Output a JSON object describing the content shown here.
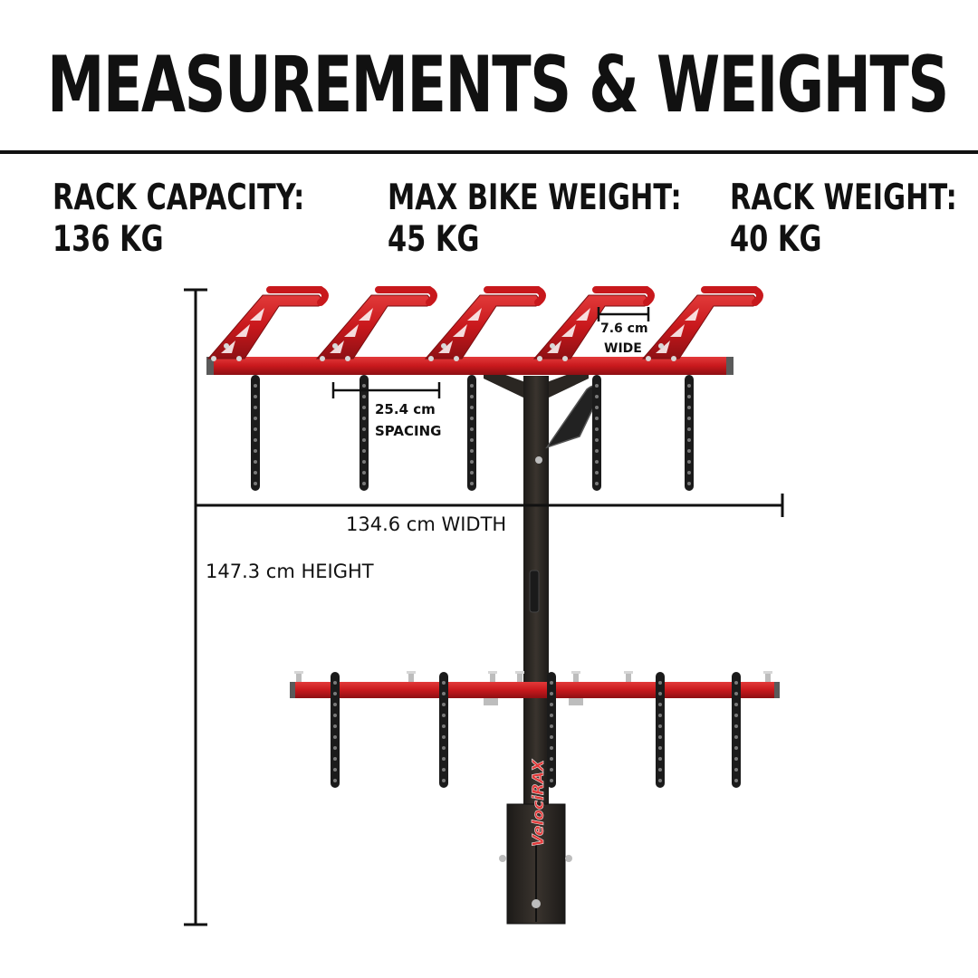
{
  "title": "MEASUREMENTS & WEIGHTS",
  "specs": [
    {
      "label": "RACK CAPACITY:",
      "value": "136 KG"
    },
    {
      "label": "MAX BIKE WEIGHT:",
      "value": "45 KG"
    },
    {
      "label": "RACK WEIGHT:",
      "value": "40 KG"
    }
  ],
  "dimensions": {
    "cradle_width": "7.6 cm",
    "cradle_width_suffix": "WIDE",
    "spacing": "25.4 cm",
    "spacing_suffix": "SPACING",
    "width": "134.6 cm WIDTH",
    "height": "147.3 cm HEIGHT"
  },
  "brand": "VelociRAX",
  "colors": {
    "frame_red": "#c8181c",
    "mast_black": "#2a2622",
    "text": "#111111"
  }
}
